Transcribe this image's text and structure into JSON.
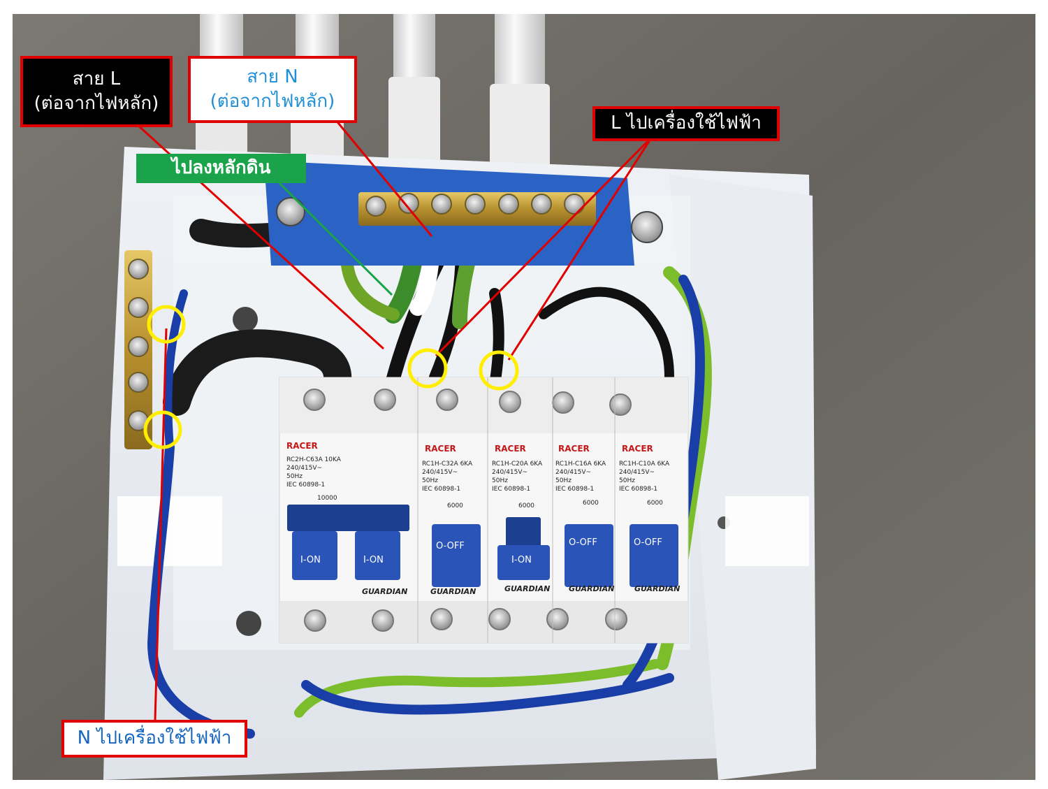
{
  "labels": {
    "l_main": {
      "line1": "สาย L",
      "line2": "(ต่อจากไฟหลัก)"
    },
    "n_main": {
      "line1": "สาย N",
      "line2": "(ต่อจากไฟหลัก)"
    },
    "ground": "ไปลงหลักดิน",
    "l_appliance": "L ไปเครื่องใช้ไฟฟ้า",
    "n_appliance": "N ไปเครื่องใช้ไฟฟ้า"
  },
  "breakers": [
    {
      "brand": "RACER",
      "model": "RC2H-C63A 10KA",
      "voltage": "240/415V~",
      "freq": "50Hz",
      "std": "IEC 60898-1",
      "rating": "10000",
      "switch1": "I-ON",
      "switch2": "I-ON",
      "series": "GUARDIAN"
    },
    {
      "brand": "RACER",
      "model": "RC1H-C32A 6KA",
      "voltage": "240/415V~",
      "freq": "50Hz",
      "std": "IEC 60898-1",
      "rating": "6000",
      "switch1": "O-OFF",
      "series": "GUARDIAN"
    },
    {
      "brand": "RACER",
      "model": "RC1H-C20A 6KA",
      "voltage": "240/415V~",
      "freq": "50Hz",
      "std": "IEC 60898-1",
      "rating": "6000",
      "switch1": "I-ON",
      "series": "GUARDIAN"
    },
    {
      "brand": "RACER",
      "model": "RC1H-C16A 6KA",
      "voltage": "240/415V~",
      "freq": "50Hz",
      "std": "IEC 60898-1",
      "rating": "6000",
      "switch1": "O-OFF",
      "series": "GUARDIAN"
    },
    {
      "brand": "RACER",
      "model": "RC1H-C10A 6KA",
      "voltage": "240/415V~",
      "freq": "50Hz",
      "std": "IEC 60898-1",
      "rating": "6000",
      "switch1": "O-OFF",
      "series": "GUARDIAN"
    }
  ],
  "colors": {
    "label_border": "#e00000",
    "circle": "#ffee00",
    "ground_label": "#1aa34a",
    "n_text": "#1f8fd6"
  }
}
